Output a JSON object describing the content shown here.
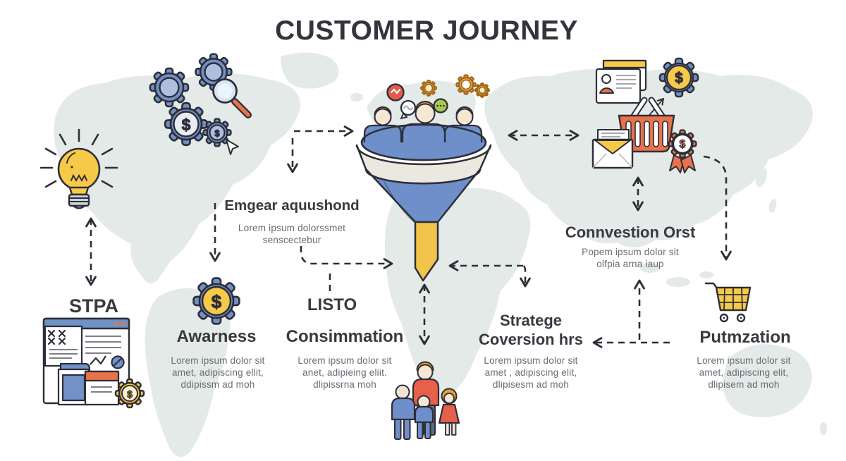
{
  "title": "CUSTOMER JOURNEY",
  "currency": "$",
  "labels": {
    "stpa": "STPA",
    "listo": "LISTO",
    "emgear": {
      "heading": "Emgear aquushond",
      "body": [
        "Lorem ipsum dolorssmet",
        "senscectebur"
      ]
    },
    "awareness": {
      "heading": "Awarness",
      "body": [
        "Lorem ipsum dolor sit",
        "amet, adipiscing ellit,",
        "ddipissm ad moh"
      ]
    },
    "consideration": {
      "heading": "Consimmation",
      "body": [
        "Lorem ipsum dolor sit",
        "anet, adipieing eliit.",
        "dlipissrna moh"
      ]
    },
    "conversion": {
      "heading_line1": "Stratege",
      "heading_line2": "Coversion hrs",
      "body": [
        "Lorem ipsum dolor sit",
        "amet , adipiscing elit,",
        "dlipisesm ad moh"
      ]
    },
    "connvestion": {
      "heading": "Connvestion Orst",
      "body": [
        "Popem ipsum dolor sit",
        "olfpia arna iaup"
      ]
    },
    "putmzation": {
      "heading": "Putmzation",
      "body": [
        "Lorem ipsum dolor sit",
        "amet, adipiscing elit,",
        "dlipisem ad moh"
      ]
    }
  },
  "colors": {
    "map": "#e3eae7",
    "outline": "#2e2e38",
    "blue": "#7191c6",
    "blue_dark": "#5f80b8",
    "blue_light": "#aebfdd",
    "yellow": "#f6c948",
    "orange": "#e8734a",
    "red": "#e25c49",
    "green": "#a6c94f",
    "skin": "#f6e7d3",
    "hair": "#f0a030",
    "heading_text": "#393941",
    "body_text": "#6a6a74"
  },
  "icons": [
    "world-map-background",
    "flow-arrows",
    "lightbulb-icon",
    "stpa-report-icon",
    "analysis-gears-icon",
    "magnifier-icon",
    "sales-funnel-icon",
    "funnel-customers-icon",
    "chat-bubbles-icon",
    "mini-gears-icon",
    "awareness-gear-icon",
    "id-card-icon",
    "money-gear-icon",
    "shopping-basket-icon",
    "envelope-icon",
    "award-ribbon-icon",
    "shopping-cart-icon",
    "family-icon"
  ]
}
